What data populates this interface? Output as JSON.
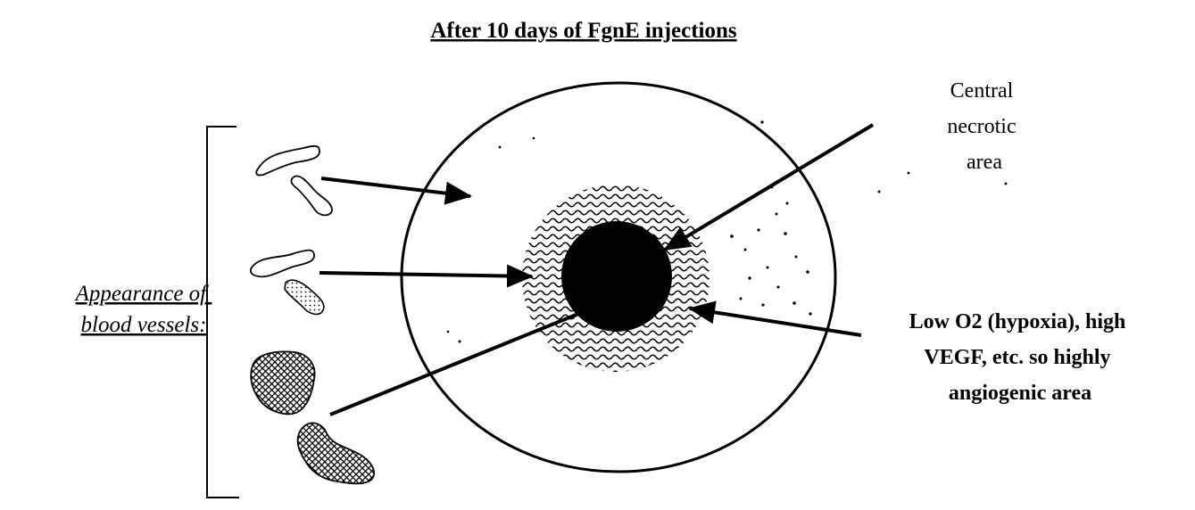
{
  "title": "After 10 days of FgnE injections",
  "vessels_label": {
    "line1": "Appearance of",
    "line2": "blood vessels:"
  },
  "necrotic_label": {
    "line1": "Central",
    "line2": "necrotic",
    "line3": "area"
  },
  "hypoxia_label": {
    "line1": "Low O2 (hypoxia), high",
    "line2": "VEGF, etc. so highly",
    "line3": "angiogenic area"
  }
}
